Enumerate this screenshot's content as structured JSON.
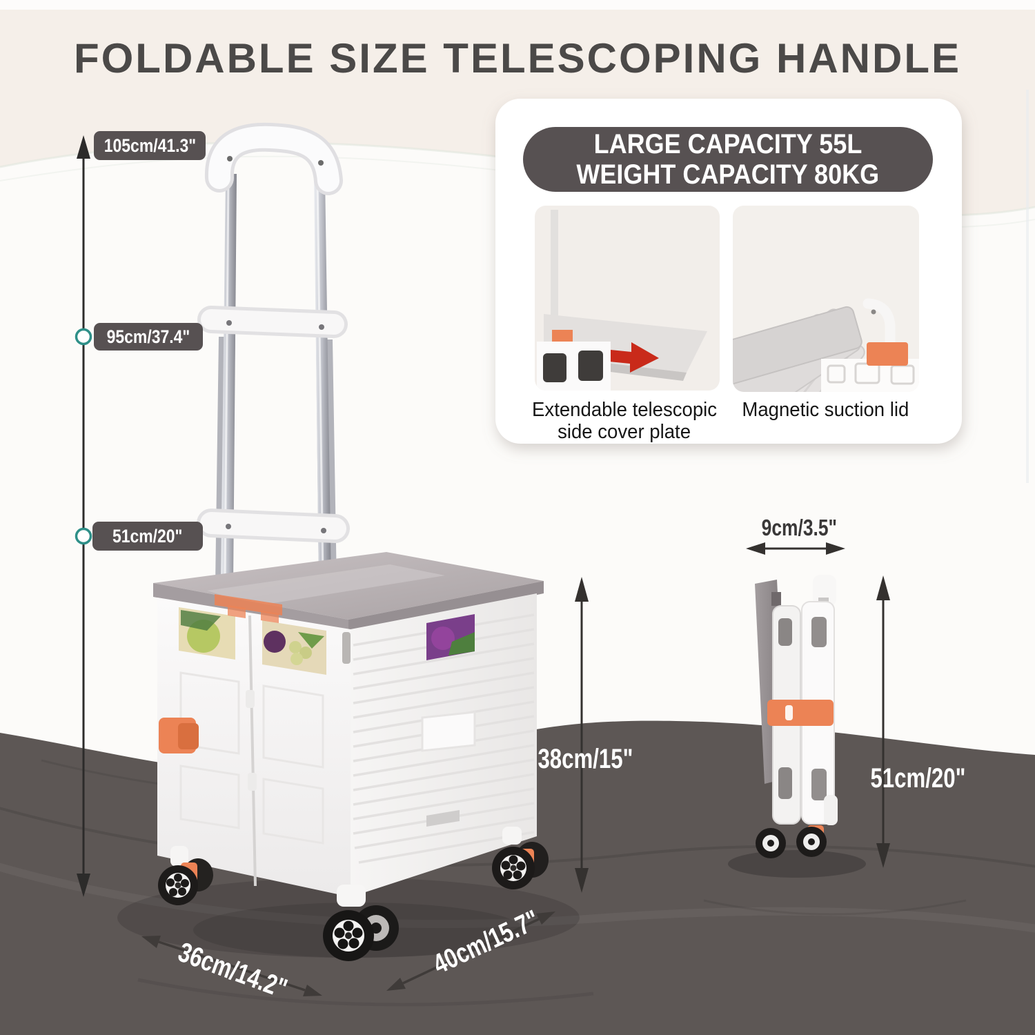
{
  "title": "FOLDABLE SIZE TELESCOPING HANDLE",
  "dimensions": {
    "handle_max_height": "105cm/41.3\"",
    "handle_mid_height": "95cm/37.4\"",
    "handle_min_height": "51cm/20\"",
    "folded_depth": "9cm/3.5\"",
    "box_height": "38cm/15\"",
    "folded_height": "51cm/20\"",
    "base_depth": "36cm/14.2\"",
    "base_width": "40cm/15.7\""
  },
  "feature_card": {
    "badge": {
      "line1": "LARGE CAPACITY 55L",
      "line2": "WEIGHT CAPACITY 80KG"
    },
    "features": [
      {
        "line1": "Extendable telescopic",
        "line2": "side cover plate"
      },
      {
        "line1": "Magnetic suction lid"
      }
    ]
  },
  "colors": {
    "accent_orange": "#ec8355",
    "label_pill_bg": "#575152",
    "badge_bg": "#575152",
    "floor": "#5d5755",
    "title_text": "#4b4948",
    "marker_teal": "#2e8f88",
    "photo_arrow_red": "#c92a1a"
  },
  "icons": [
    "dimension-arrow-vertical-left",
    "dimension-marker-circle",
    "dimension-arrow-horizontal-9cm",
    "dimension-arrow-vertical-38cm",
    "dimension-arrow-vertical-51cm",
    "dimension-arrow-diagonal-36cm",
    "dimension-arrow-diagonal-40cm",
    "slide-direction-red-arrow"
  ]
}
